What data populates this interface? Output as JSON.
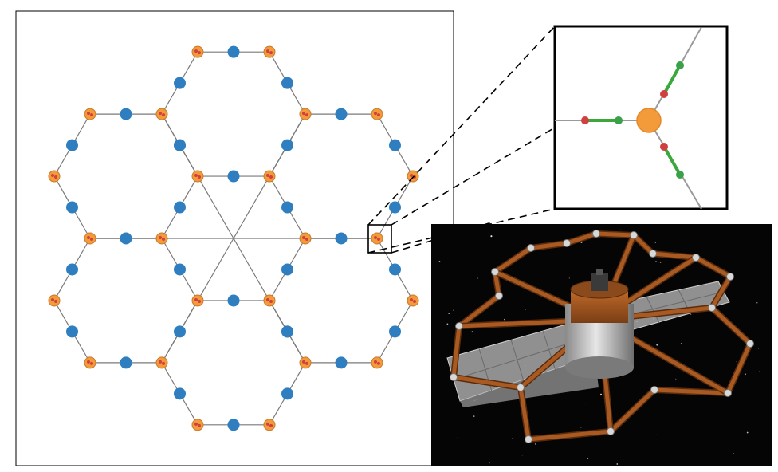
{
  "colors": {
    "background": "#ffffff",
    "frame": "#000000",
    "truss": "#7a7a7a",
    "blue_node": "#2f7fc0",
    "orange_node": "#f39a3a",
    "orange_node_stroke": "#c97a2c",
    "red_marker": "#d04040",
    "green_marker": "#3aa04a",
    "inset_green_segment": "#3aa83a",
    "space": "#050505",
    "module_copper": "#a85a22",
    "hub_silver": "#c8c8c8",
    "solar_panel": "#a9a9a9"
  },
  "icons": {
    "lattice": "hexagonal-truss-lattice",
    "zoom": "zoom-callout",
    "junction": "three-way-junction",
    "render": "space-station-render"
  }
}
